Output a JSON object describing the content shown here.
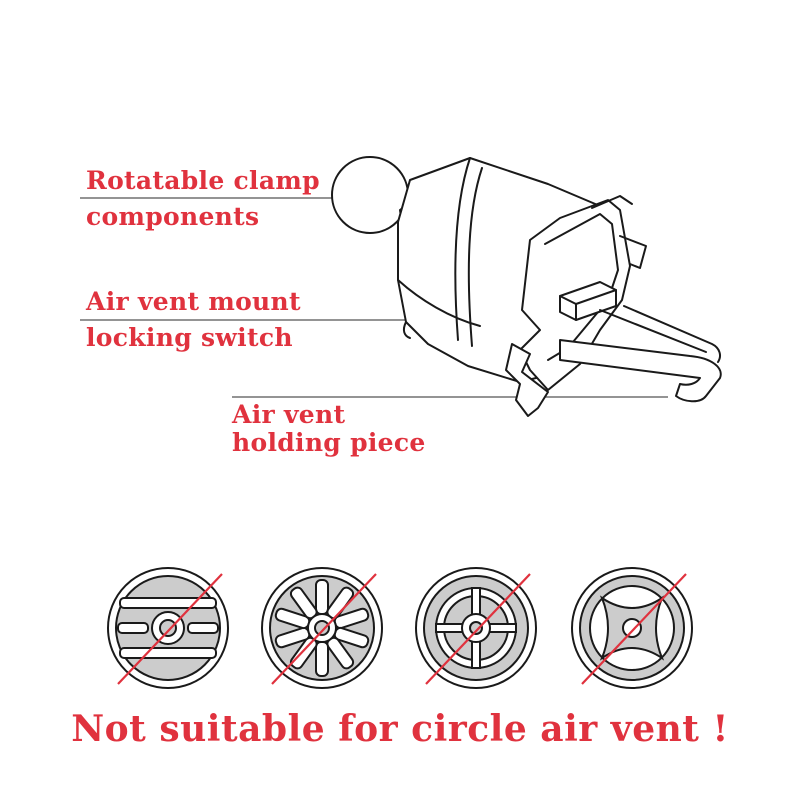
{
  "labels": {
    "clamp_line1": "Rotatable clamp",
    "clamp_line2": "components",
    "switch_line1": "Air vent mount",
    "switch_line2": "locking switch",
    "holder_line1": "Air vent",
    "holder_line2": "holding piece"
  },
  "warning": "Not suitable for circle air vent !",
  "colors": {
    "accent": "#e0323e",
    "outline": "#1a1a1a",
    "vent_fill": "#cccccc"
  },
  "icons": [
    "vent-slats-icon",
    "vent-spokes-icon",
    "vent-cross-icon",
    "vent-x-icon"
  ]
}
